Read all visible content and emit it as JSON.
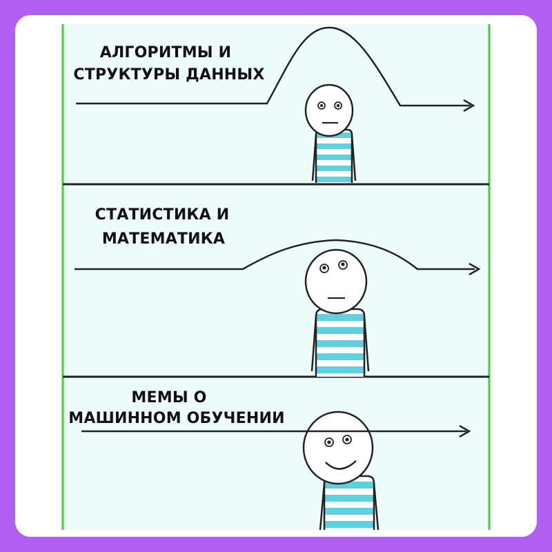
{
  "colors": {
    "frame": "#b05ff0",
    "panel_bg": "#eefbfb",
    "panel_border": "#3fcf3f",
    "stripe": "#5fd0e0",
    "line": "#222222"
  },
  "panels": [
    {
      "caption_line1": "АЛГОРИТМЫ И",
      "caption_line2": "СТРУКТУРЫ ДАННЫХ",
      "expression": "neutral"
    },
    {
      "caption_line1": "СТАТИСТИКА И",
      "caption_line2": "МАТЕМАТИКА",
      "expression": "neutral"
    },
    {
      "caption_line1": "МЕМЫ О",
      "caption_line2": "МАШИННОМ ОБУЧЕНИИ",
      "expression": "smile"
    }
  ]
}
